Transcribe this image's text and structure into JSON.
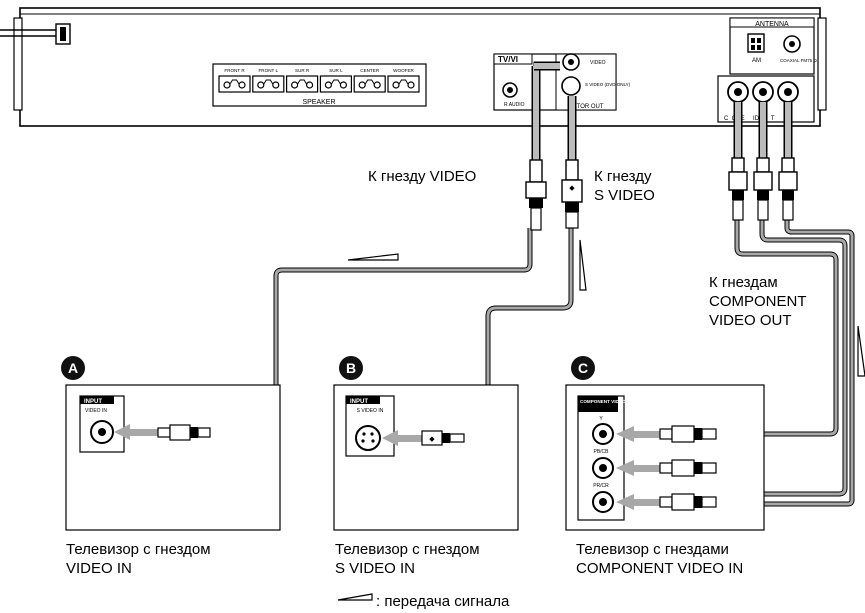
{
  "receiver": {
    "speaker_terminals": [
      "FRONT R",
      "FRONT L",
      "SUR R",
      "SUR L",
      "CENTER",
      "WOOFER"
    ],
    "speaker_label": "SPEAKER",
    "tv_panel_label": "TV/VI",
    "audio_label": "R AUDIO",
    "video_jack_label": "VIDEO",
    "svideo_jack_label": "S VIDEO (DVD ONLY)",
    "monitor_out_label": "ITOR OUT",
    "antenna_label": "ANTENNA",
    "am_label": "AM",
    "coaxial_label": "COAXIAL FM75 Ω",
    "component_label": "C  ONE     IDEO  T"
  },
  "labels": {
    "to_video_jack": "К гнезду VIDEO",
    "to_svideo_jack_1": "К гнезду",
    "to_svideo_jack_2": "S VIDEO",
    "to_component_1": "К гнездам",
    "to_component_2": "COMPONENT",
    "to_component_3": "VIDEO OUT"
  },
  "tvs": [
    {
      "marker": "A",
      "panel_title": "INPUT",
      "jack_label": "VIDEO IN",
      "caption_1": "Телевизор с гнездом",
      "caption_2": "VIDEO IN"
    },
    {
      "marker": "B",
      "panel_title": "INPUT",
      "jack_label": "S VIDEO IN",
      "caption_1": "Телевизор с гнездом",
      "caption_2": "S VIDEO IN"
    },
    {
      "marker": "C",
      "panel_title": "COMPONENT VIDEO IN",
      "jack_labels": [
        "Y",
        "PB/CB",
        "PR/CR"
      ],
      "caption_1": "Телевизор с гнездами",
      "caption_2": "COMPONENT VIDEO IN"
    }
  ],
  "legend": {
    "text": ": передача сигнала"
  },
  "colors": {
    "cable": "#a8a8a8",
    "line": "#000000",
    "fill": "#ffffff",
    "marker": "#111111"
  }
}
